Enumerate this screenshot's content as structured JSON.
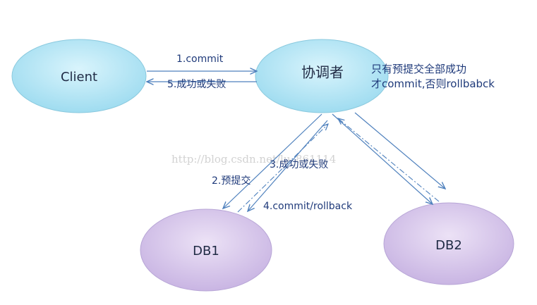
{
  "nodes": {
    "client": {
      "label": "Client",
      "color": "#bfeaf7"
    },
    "coordinator": {
      "label": "协调者",
      "color": "#bfeaf7"
    },
    "db1": {
      "label": "DB1",
      "color": "#d7c8ea"
    },
    "db2": {
      "label": "DB2",
      "color": "#d7c8ea"
    }
  },
  "edges": {
    "commit": "1.commit",
    "success_fail_to_client": "5.成功或失败",
    "prepare": "2.预提交",
    "success_fail": "3.成功或失败",
    "commit_rollback": "4.commit/rollback"
  },
  "note": {
    "line1": "只有预提交全部成功",
    "line2": "才commit,否则rollbabck"
  },
  "watermark": "http://blog.csdn.net/lu_861114",
  "colors": {
    "arrow": "#4f81bd",
    "stroke": "#6e8fb8"
  }
}
